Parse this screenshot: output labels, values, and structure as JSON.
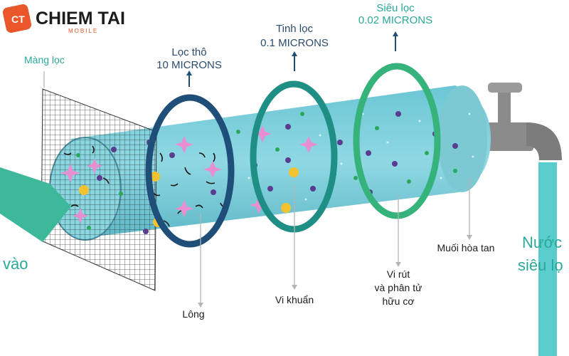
{
  "brand": {
    "badge": "CT",
    "name": "CHIEM TAI",
    "sub": "MOBILE",
    "accent": "#e8562a",
    "text_color": "#1c1c1c"
  },
  "colors": {
    "teal_label": "#2aa99a",
    "dark_label": "#2b4a6b",
    "ring_dark": "#1f4e79",
    "ring_teal": "#1f8f85",
    "ring_green": "#35b37a",
    "tube": "#7fd0dd",
    "water": "#2ec4a6",
    "faucet": "#8b8b8b"
  },
  "labels": {
    "mesh": "Màng lọc",
    "coarse_title": "Lọc thô",
    "coarse_size": "10 MICRONS",
    "fine_title": "Tinh lọc",
    "fine_size": "0.1 MICRONS",
    "ultra_title": "Siêu lọc",
    "ultra_size": "0.02 MICRONS",
    "inlet": "vào",
    "hair": "Lông",
    "bacteria": "Vi khuẩn",
    "virus_line1": "Vi rút",
    "virus_line2": "và phân tử",
    "virus_line3": "hữu cơ",
    "salts": "Muối hòa tan",
    "outlet_line1": "Nước",
    "outlet_line2": "siêu lọ"
  }
}
